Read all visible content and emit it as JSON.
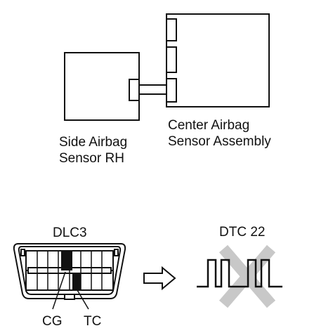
{
  "labels": {
    "center_sensor_line1": "Center Airbag",
    "center_sensor_line2": "Sensor Assembly",
    "side_sensor_line1": "Side Airbag",
    "side_sensor_line2": "Sensor RH",
    "dlc3": "DLC3",
    "dtc": "DTC 22",
    "cg": "CG",
    "tc": "TC"
  },
  "colors": {
    "line": "#111111",
    "pin_fill": "#111111",
    "no_signal_mark": "#c8c8c8"
  },
  "icons": {
    "arrow": "right-outline-arrow-icon",
    "no_signal_mark": "x-cross-icon"
  }
}
